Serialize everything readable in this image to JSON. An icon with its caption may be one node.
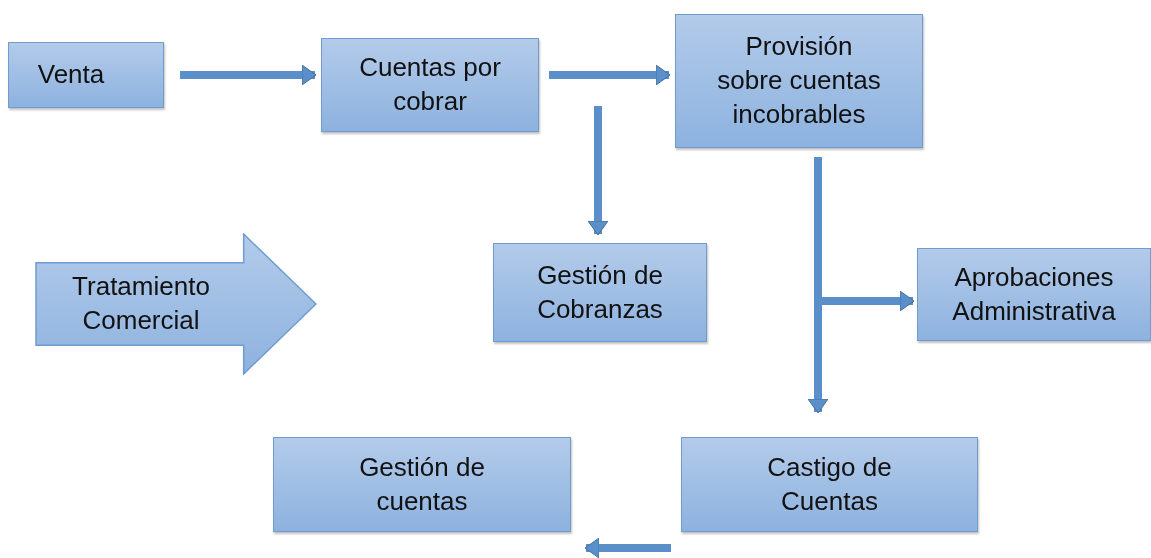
{
  "diagram": {
    "nodes": [
      {
        "text": [
          "Venta"
        ]
      },
      {
        "text": [
          "Cuentas por cobrar"
        ]
      },
      {
        "text": [
          "Provisión sobre cuentas incobrables"
        ]
      },
      {
        "text": [
          "Gestión de Cobranzas"
        ]
      },
      {
        "text": [
          "Tratamiento Comercial"
        ]
      },
      {
        "text": [
          "Aprobaciones Administrativa"
        ]
      },
      {
        "text": [
          "Gestión de cuentas"
        ]
      },
      {
        "text": [
          "Castigo de Cuentas"
        ]
      }
    ],
    "edges": [
      {
        "from": 0,
        "to": 1,
        "arrow": "to"
      },
      {
        "from": 1,
        "to": 2,
        "arrow": "to"
      },
      {
        "from": 1,
        "to": 3,
        "arrow": "to"
      },
      {
        "from": 2,
        "to": 7,
        "arrow": "to"
      },
      {
        "from": 2,
        "to": 5,
        "arrow": "to"
      },
      {
        "from": 7,
        "to": 6,
        "arrow": "to"
      }
    ]
  }
}
